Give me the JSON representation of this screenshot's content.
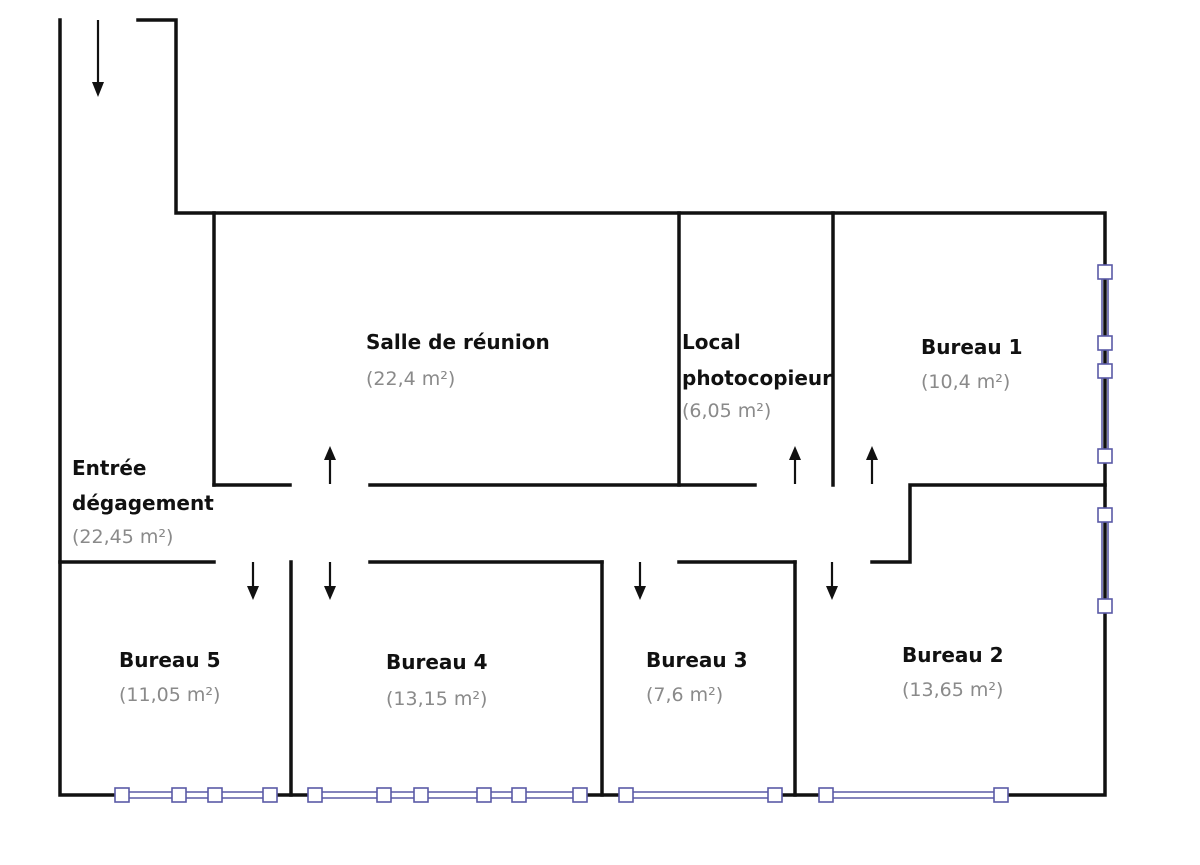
{
  "rooms": {
    "salle_reunion": {
      "name": "Salle de réunion",
      "area": "(22,4 m²)"
    },
    "local_photocopieur": {
      "name_line1": "Local",
      "name_line2": "photocopieur",
      "area": "(6,05 m²)"
    },
    "bureau_1": {
      "name": "Bureau 1",
      "area": "(10,4 m²)"
    },
    "entree": {
      "name_line1": "Entrée",
      "name_line2": "dégagement",
      "area": "(22,45 m²)"
    },
    "bureau_5": {
      "name": "Bureau 5",
      "area": "(11,05 m²)"
    },
    "bureau_4": {
      "name": "Bureau 4",
      "area": "(13,15 m²)"
    },
    "bureau_3": {
      "name": "Bureau 3",
      "area": "(7,6 m²)"
    },
    "bureau_2": {
      "name": "Bureau 2",
      "area": "(13,65 m²)"
    }
  },
  "colors": {
    "wall": "#111111",
    "window": "#5a5aa6",
    "area_text": "#8a8a8a"
  }
}
